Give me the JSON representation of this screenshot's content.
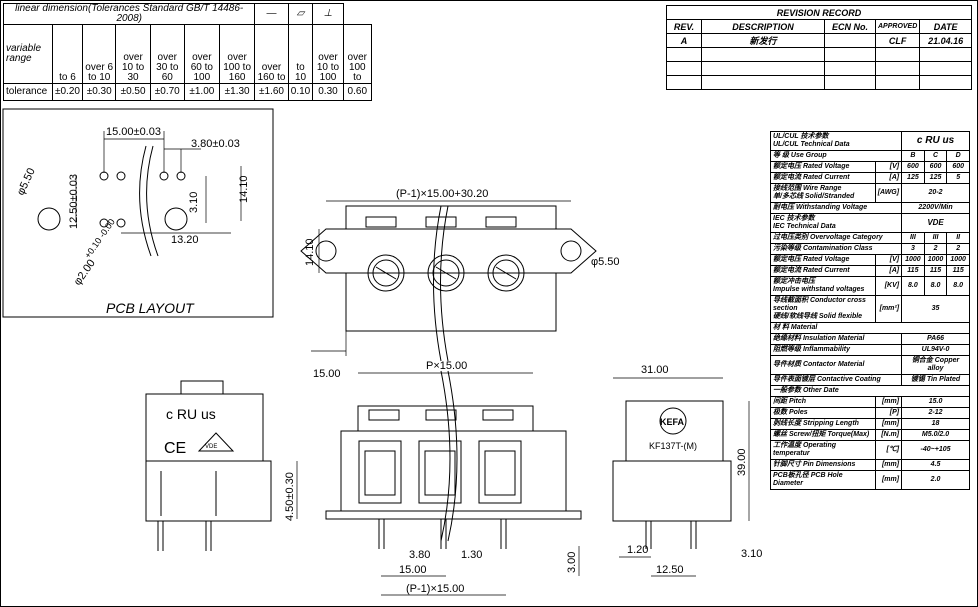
{
  "tolerance": {
    "title": "linear dimension(Tolerances Standard GB/T 14486-2008)",
    "dash": "—",
    "flatness": "⏥",
    "perp": "⊥",
    "range_label": "variable range",
    "ranges": [
      "to 6",
      "over 6 to 10",
      "over 10 to 30",
      "over 30 to 60",
      "over 60 to 100",
      "over 100 to 160",
      "over 160 to",
      "to 10",
      "over 10 to 100",
      "over 100 to"
    ],
    "tol_label": "tolerance",
    "values": [
      "±0.20",
      "±0.30",
      "±0.50",
      "±0.70",
      "±1.00",
      "±1.30",
      "±1.60",
      "0.10",
      "0.30",
      "0.60"
    ]
  },
  "revision": {
    "title": "REVISION RECORD",
    "headers": [
      "REV.",
      "DESCRIPTION",
      "ECN No.",
      "APPROVED",
      "DATE"
    ],
    "rows": [
      [
        "A",
        "新发行",
        "",
        "CLF",
        "21.04.16"
      ],
      [
        "",
        "",
        "",
        "",
        ""
      ],
      [
        "",
        "",
        "",
        "",
        ""
      ],
      [
        "",
        "",
        "",
        "",
        ""
      ]
    ]
  },
  "spec": {
    "ul_title": "UL/CUL 技术参数",
    "ul_title_en": "UL/CUL Technical Data",
    "ul_mark": "c RU us",
    "use_group": "等 级  Use Group",
    "groups": [
      "B",
      "C",
      "D"
    ],
    "rated_voltage": "额定电压  Rated Voltage",
    "rv_unit": "[V]",
    "rv": [
      "600",
      "600",
      "600"
    ],
    "rated_current": "额定电流  Rated Current",
    "rc_unit": "[A]",
    "rc": [
      "125",
      "125",
      "5"
    ],
    "wire_range": "接线范围  Wire Range",
    "solid": "单/多芯线  Solid/Stranded",
    "awg_unit": "[AWG]",
    "awg": "20-2",
    "withstand": "耐电压  Withstanding Voltage",
    "withstand_val": "2200V/Min",
    "iec_title": "IEC 技术参数",
    "iec_title_en": "IEC Technical Data",
    "vde_mark": "VDE",
    "ovc": "过电压类别  Overvoltage Category",
    "ovc_vals": [
      "III",
      "III",
      "II"
    ],
    "pol": "污染等级  Contamination Class",
    "pol_vals": [
      "3",
      "2",
      "2"
    ],
    "iec_rv": "额定电压  Rated Voltage",
    "iec_rv_unit": "[V]",
    "iec_rv_vals": [
      "1000",
      "1000",
      "1000"
    ],
    "iec_rc": "额定电流  Rated Current",
    "iec_rc_unit": "[A]",
    "iec_rc_vals": [
      "115",
      "115",
      "115"
    ],
    "impulse": "额定冲击电压",
    "impulse_en": "Impulse withstand voltages",
    "impulse_unit": "[KV]",
    "impulse_vals": [
      "8.0",
      "8.0",
      "8.0"
    ],
    "cross": "导线截面积  Conductor cross section",
    "cross2": "硬线/软线导线  Solid flexible",
    "cross_unit": "[mm²]",
    "cross_val": "35",
    "material": "材 料   Material",
    "insul": "绝缘材料  Insulation Material",
    "insul_val": "PA66",
    "flam": "阻燃等级  Inflammability",
    "flam_val": "UL94V-0",
    "contact": "导件材质  Contactor Material",
    "contact_val": "铜合金 Copper alloy",
    "coating": "导件表面镀层  Contactive Coating",
    "coating_val": "镀锡 Tin Plated",
    "other": "一般参数  Other Date",
    "pitch": "间距  Pitch",
    "pitch_unit": "[mm]",
    "pitch_val": "15.0",
    "poles": "极数  Poles",
    "poles_unit": "[P]",
    "poles_val": "2-12",
    "strip": "剥线长度  Stripping Length",
    "strip_unit": "[mm]",
    "strip_val": "18",
    "screw": "螺丝 Screw/扭矩 Torque(Max)",
    "screw_unit": "[N.m]",
    "screw_val": "M5.0/2.0",
    "temp": "工作温度  Operating temperatur",
    "temp_unit": "[℃]",
    "temp_val": "-40~+105",
    "pin": "针脚尺寸  Pin Dimensions",
    "pin_unit": "[mm]",
    "pin_val": "4.5",
    "pcbhole": "PCB板孔径 PCB Hole Diameter",
    "pcbhole_unit": "[mm]",
    "pcbhole_val": "2.0"
  },
  "pcb_layout": {
    "title": "PCB LAYOUT",
    "dim_15": "15.00±0.03",
    "dim_380": "3.80±0.03",
    "dim_550": "φ5.50",
    "dim_1250": "12.50±0.03",
    "dim_310": "3.10",
    "dim_1410": "14.10",
    "dim_1320": "13.20",
    "dim_hole": "φ2.00",
    "dim_hole_tol": "+0.10 -0.00"
  },
  "top_view": {
    "dim_pitch": "(P-1)×15.00+30.20",
    "dim_1410": "14.10",
    "dim_550": "φ5.50",
    "dim_15": "15.00"
  },
  "front_view": {
    "dim_p15": "P×15.00",
    "dim_450": "4.50±0.30",
    "dim_380": "3.80",
    "dim_130": "1.30",
    "dim_15": "15.00",
    "dim_p1": "(P-1)×15.00",
    "dim_300": "3.00"
  },
  "side_view": {
    "dim_3100": "31.00",
    "dim_3900": "39.00",
    "dim_120": "1.20",
    "dim_1250": "12.50",
    "dim_310": "3.10",
    "brand": "KEFA",
    "model": "KF137T-(M)"
  },
  "left_view": {
    "ul_logo": "c RU us",
    "ce": "CE",
    "vde": "VDE"
  }
}
